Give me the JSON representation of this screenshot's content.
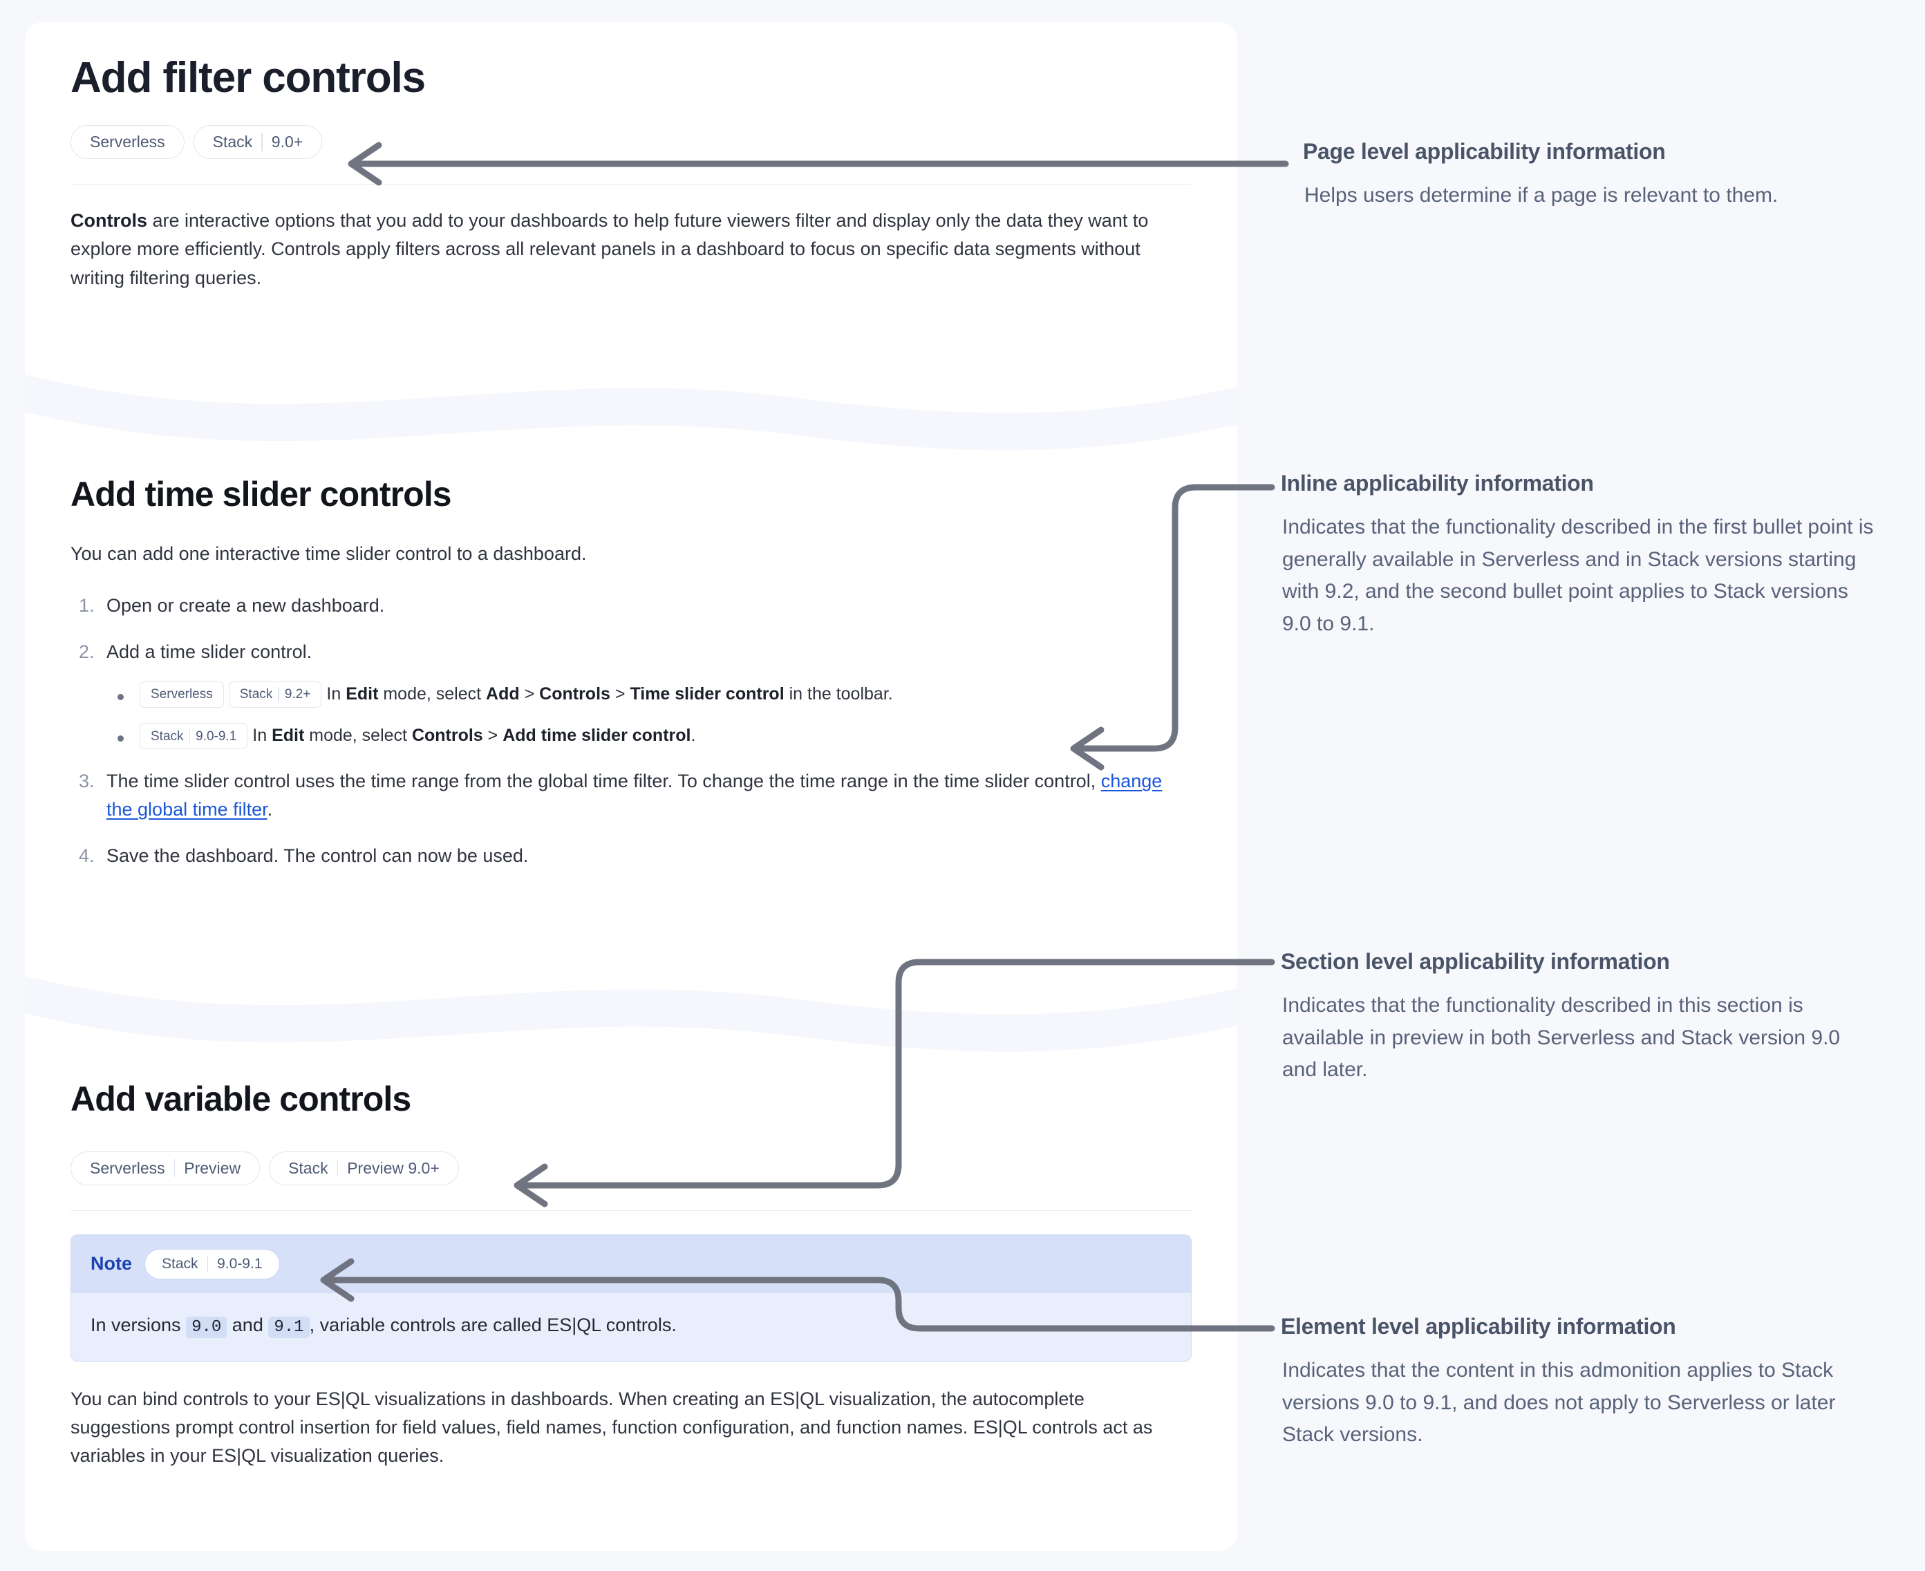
{
  "doc": {
    "page_title": "Add filter controls",
    "page_badges": [
      {
        "parts": [
          "Serverless"
        ]
      },
      {
        "parts": [
          "Stack",
          "9.0+"
        ]
      }
    ],
    "intro": {
      "lead": "Controls",
      "rest": " are interactive options that you add to your dashboards to help future viewers filter and display only the data they want to explore more efficiently. Controls apply filters across all relevant panels in a dashboard to focus on specific data segments without writing filtering queries."
    },
    "time_slider_section": {
      "title": "Add time slider controls",
      "intro": "You can add one interactive time slider control to a dashboard.",
      "steps": [
        {
          "text": "Open or create a new dashboard."
        },
        {
          "text": "Add a time slider control."
        },
        {
          "html_parts": {
            "pre": "The time slider control uses the time range from the global time filter. To change the time range in the time slider control, ",
            "link": "change the global time filter",
            "post": "."
          }
        },
        {
          "text": "Save the dashboard. The control can now be used."
        }
      ],
      "bullets": [
        {
          "badges": [
            {
              "parts": [
                "Serverless"
              ]
            },
            {
              "parts": [
                "Stack",
                "9.2+"
              ]
            }
          ],
          "segments": [
            {
              "t": "In ",
              "b": false
            },
            {
              "t": "Edit",
              "b": true
            },
            {
              "t": " mode, select ",
              "b": false
            },
            {
              "t": "Add",
              "b": true
            },
            {
              "t": " > ",
              "b": false
            },
            {
              "t": "Controls",
              "b": true
            },
            {
              "t": " > ",
              "b": false
            },
            {
              "t": "Time slider control",
              "b": true
            },
            {
              "t": " in the toolbar.",
              "b": false
            }
          ]
        },
        {
          "badges": [
            {
              "parts": [
                "Stack",
                "9.0-9.1"
              ]
            }
          ],
          "segments": [
            {
              "t": "In ",
              "b": false
            },
            {
              "t": "Edit",
              "b": true
            },
            {
              "t": " mode, select ",
              "b": false
            },
            {
              "t": "Controls",
              "b": true
            },
            {
              "t": " > ",
              "b": false
            },
            {
              "t": "Add time slider control",
              "b": true
            },
            {
              "t": ".",
              "b": false
            }
          ]
        }
      ]
    },
    "variable_section": {
      "title": "Add variable controls",
      "badges": [
        {
          "parts": [
            "Serverless",
            "Preview"
          ]
        },
        {
          "parts": [
            "Stack",
            "Preview 9.0+"
          ]
        }
      ],
      "note": {
        "label": "Note",
        "badge": {
          "parts": [
            "Stack",
            "9.0-9.1"
          ]
        },
        "body_pre": "In versions ",
        "code_1": "9.0",
        "body_mid": " and ",
        "code_2": "9.1",
        "body_post": ", variable controls are called ES|QL controls."
      },
      "paragraph": "You can bind controls to your ES|QL visualizations in dashboards. When creating an ES|QL visualization, the autocomplete suggestions prompt control insertion for field values, field names, function configuration, and function names. ES|QL controls act as variables in your ES|QL visualization queries."
    }
  },
  "annotations": [
    {
      "id": "page-level",
      "title": "Page level applicability information",
      "body": "Helps users determine if a page is relevant to them."
    },
    {
      "id": "inline",
      "title": "Inline applicability information",
      "body": "Indicates that the functionality described in the first bullet point is generally available in Serverless and in Stack versions starting with 9.2, and the second bullet point applies to Stack versions 9.0 to 9.1."
    },
    {
      "id": "section-level",
      "title": "Section level applicability information",
      "body": "Indicates that the functionality described in this section is available in preview in both Serverless and Stack version 9.0 and later."
    },
    {
      "id": "element-level",
      "title": "Element level applicability information",
      "body": "Indicates that the content in this admonition applies to Stack versions 9.0 to 9.1, and does not apply to Serverless or later Stack versions."
    }
  ],
  "colors": {
    "page_background": "#f7f8fc",
    "card_background": "#ffffff",
    "badge_text": "#4e5a75",
    "badge_border": "#e3e6ef",
    "link": "#1a56db",
    "note_header": "#d6e0f8",
    "note_body": "#e8eefc",
    "note_label": "#1c44b0",
    "annotation_title": "#4a5468",
    "annotation_body": "#58627a",
    "connector": "#6f7480"
  }
}
